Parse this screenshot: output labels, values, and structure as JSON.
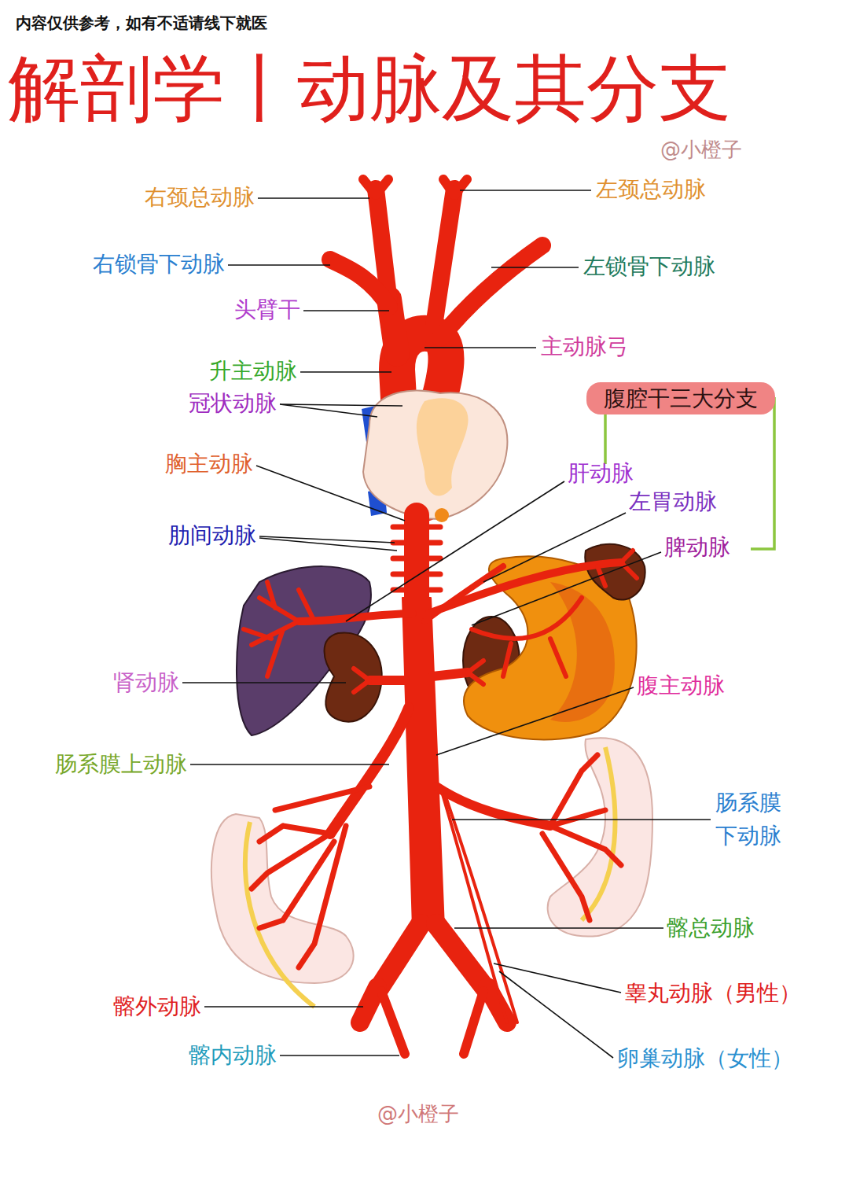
{
  "diagram": {
    "title": "解剖学丨动脉及其分支",
    "nodes": [
      {
        "text": [
          "腹腔干三大分支"
        ]
      }
    ],
    "labels": [
      "内容仅供参考，如有不适请线下就医",
      "@小橙子",
      "右颈总动脉",
      "左颈总动脉",
      "右锁骨下动脉",
      "左锁骨下动脉",
      "头臂干",
      "主动脉弓",
      "升主动脉",
      "冠状动脉",
      "胸主动脉",
      "肝动脉",
      "左胃动脉",
      "肋间动脉",
      "脾动脉",
      "肾动脉",
      "腹主动脉",
      "肠系膜上动脉",
      "肠系膜 下动脉",
      "髂总动脉",
      "睾丸动脉（男性）",
      "髂外动脉",
      "卵巢动脉（女性）",
      "髂内动脉",
      "@小橙子"
    ]
  }
}
